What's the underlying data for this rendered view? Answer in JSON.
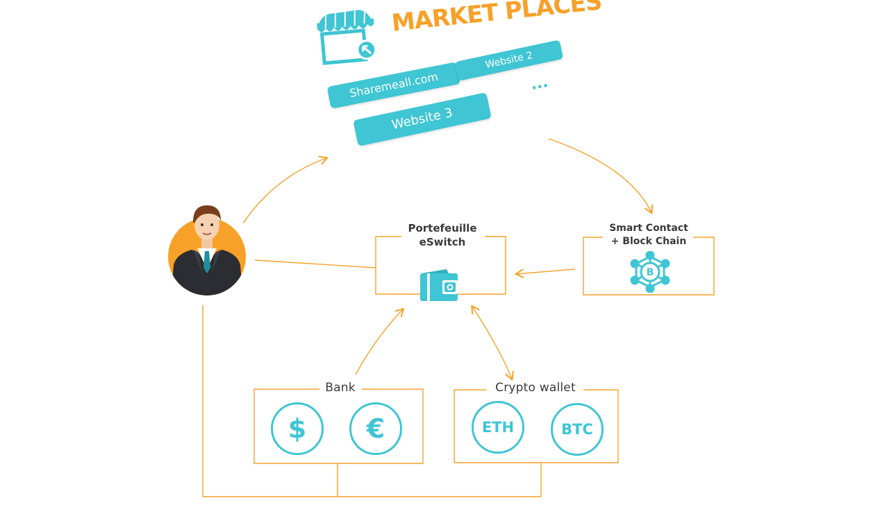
{
  "marketplace": {
    "title": "MARKET PLACES",
    "sites": [
      "Sharemeall.com",
      "Website 2",
      "Website 3"
    ],
    "more": "..."
  },
  "wallet": {
    "line1": "Portefeuille",
    "line2": "eSwitch"
  },
  "smart_contract": {
    "line1": "Smart Contact",
    "line2": "+ Block Chain",
    "icon_letter": "B"
  },
  "bank": {
    "label": "Bank",
    "dollar": "$",
    "euro": "€"
  },
  "crypto": {
    "label": "Crypto wallet",
    "eth": "ETH",
    "btc": "BTC"
  },
  "colors": {
    "orange": "#f7a128",
    "teal": "#3fc5d3",
    "text": "#3a3a3a"
  },
  "icons": [
    "market-stall-icon",
    "user-avatar-icon",
    "wallet-icon",
    "blockchain-icon",
    "dollar-icon",
    "euro-icon",
    "eth-icon",
    "btc-icon"
  ]
}
